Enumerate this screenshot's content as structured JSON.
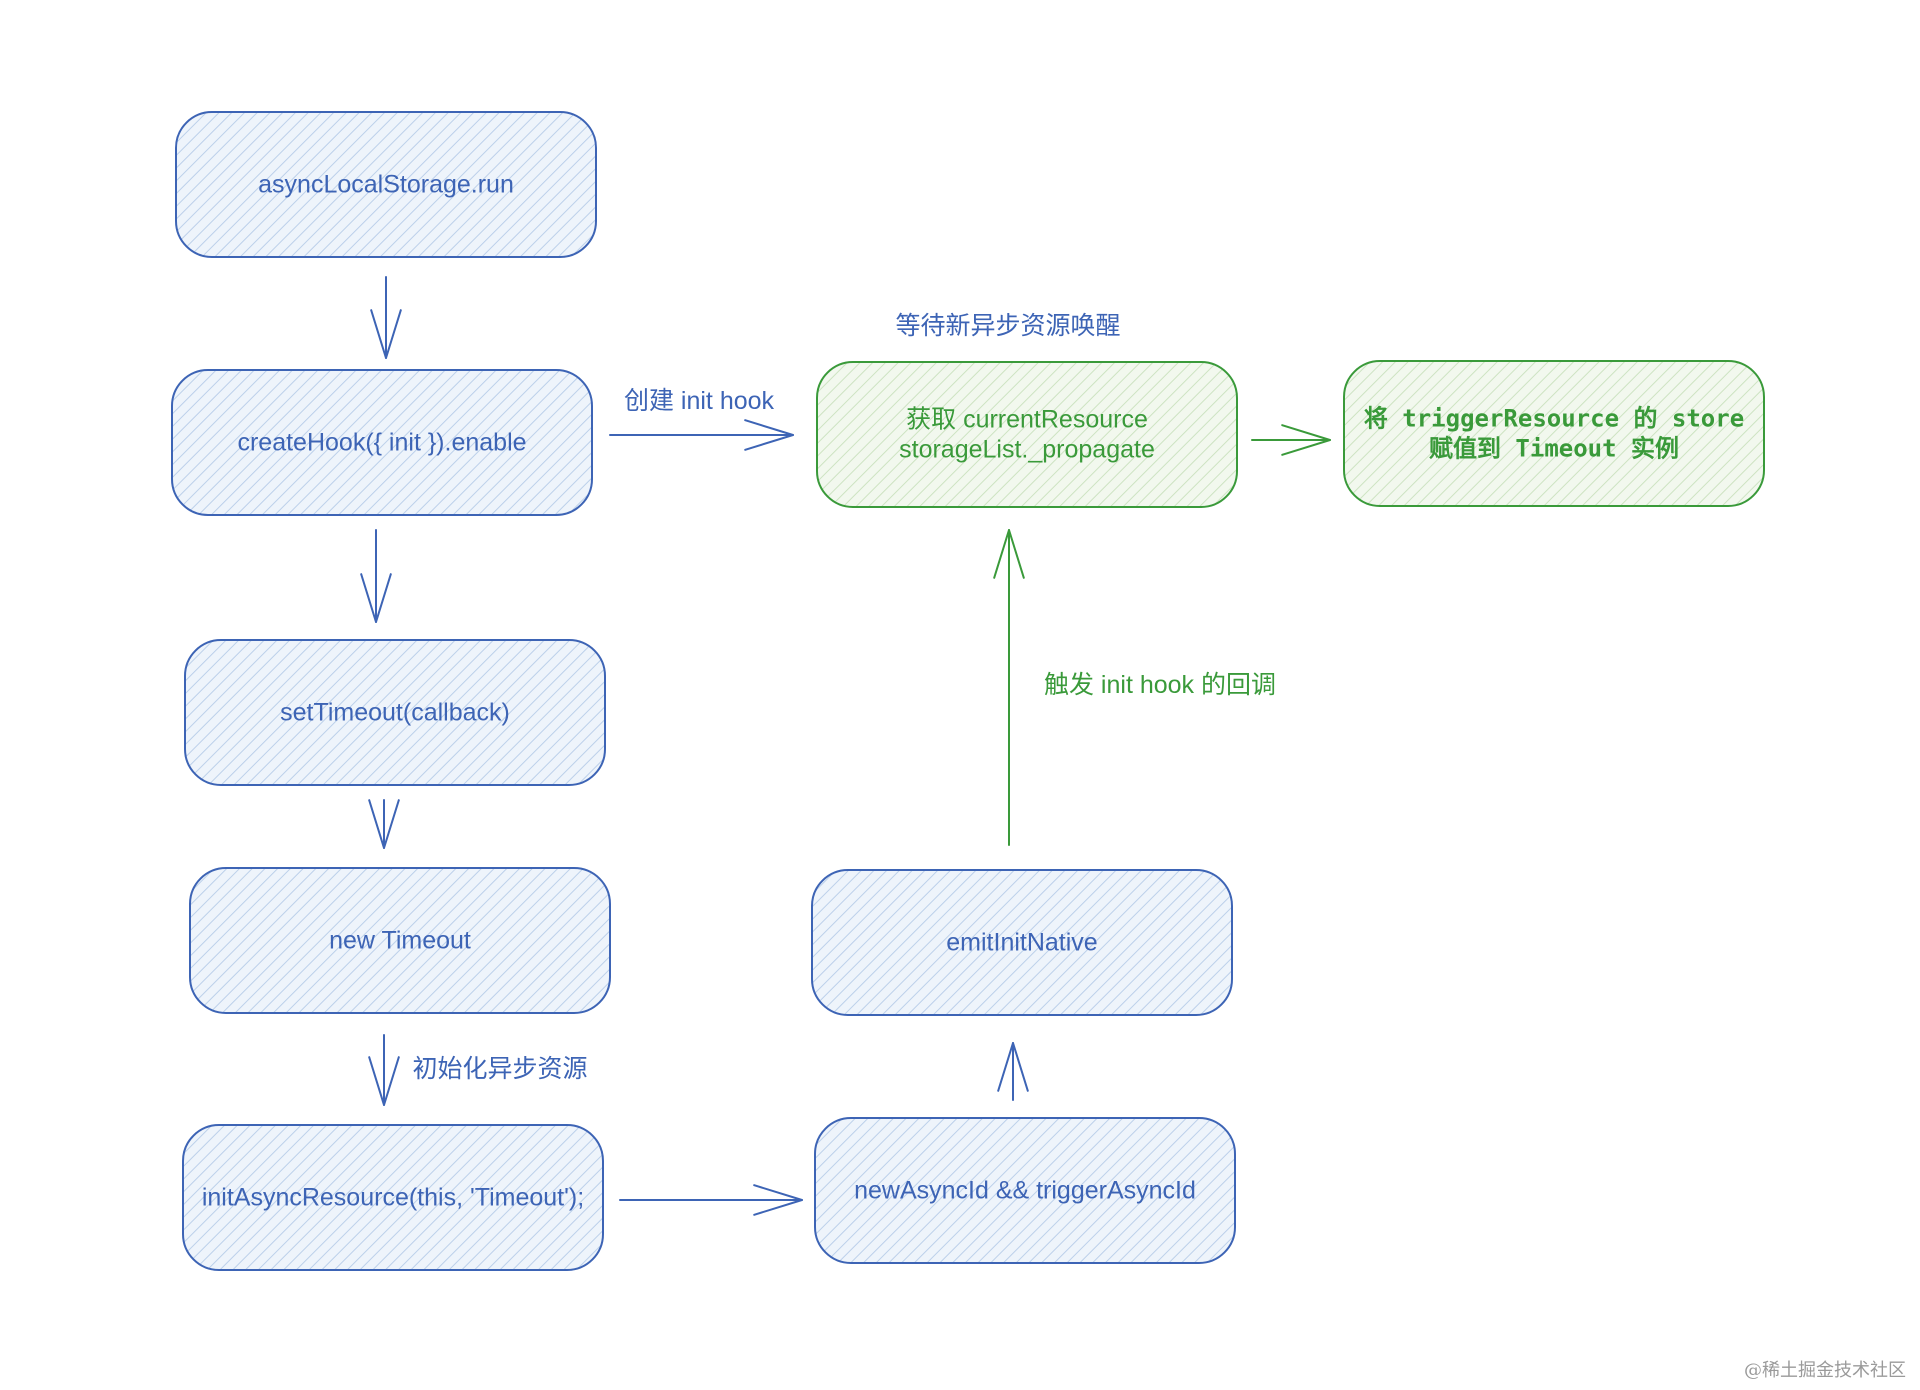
{
  "colors": {
    "blue": "#3d64b5",
    "green": "#3a9a3a",
    "watermark": "#9a9a9a"
  },
  "nodes": {
    "async_local_storage_run": {
      "lines": [
        "asyncLocalStorage.run"
      ]
    },
    "create_hook_enable": {
      "lines": [
        "createHook({ init }).enable"
      ]
    },
    "set_timeout": {
      "lines": [
        "setTimeout(callback)"
      ]
    },
    "new_timeout": {
      "lines": [
        "new Timeout"
      ]
    },
    "init_async_resource": {
      "lines": [
        "initAsyncResource(this, 'Timeout');"
      ]
    },
    "new_async_id": {
      "lines": [
        "newAsyncId && triggerAsyncId"
      ]
    },
    "emit_init_native": {
      "lines": [
        "emitInitNative"
      ]
    },
    "get_current_resource": {
      "lines": [
        "获取 currentResource",
        "storageList._propagate"
      ]
    },
    "assign_store": {
      "lines": [
        "将 triggerResource 的 store",
        "赋值到 Timeout 实例"
      ]
    }
  },
  "labels": {
    "create_init_hook": "创建 init hook",
    "wait_new_async": "等待新异步资源唤醒",
    "trigger_init_hook": "触发 init hook 的回调",
    "init_async_resource": "初始化异步资源"
  },
  "watermark": "@稀土掘金技术社区"
}
